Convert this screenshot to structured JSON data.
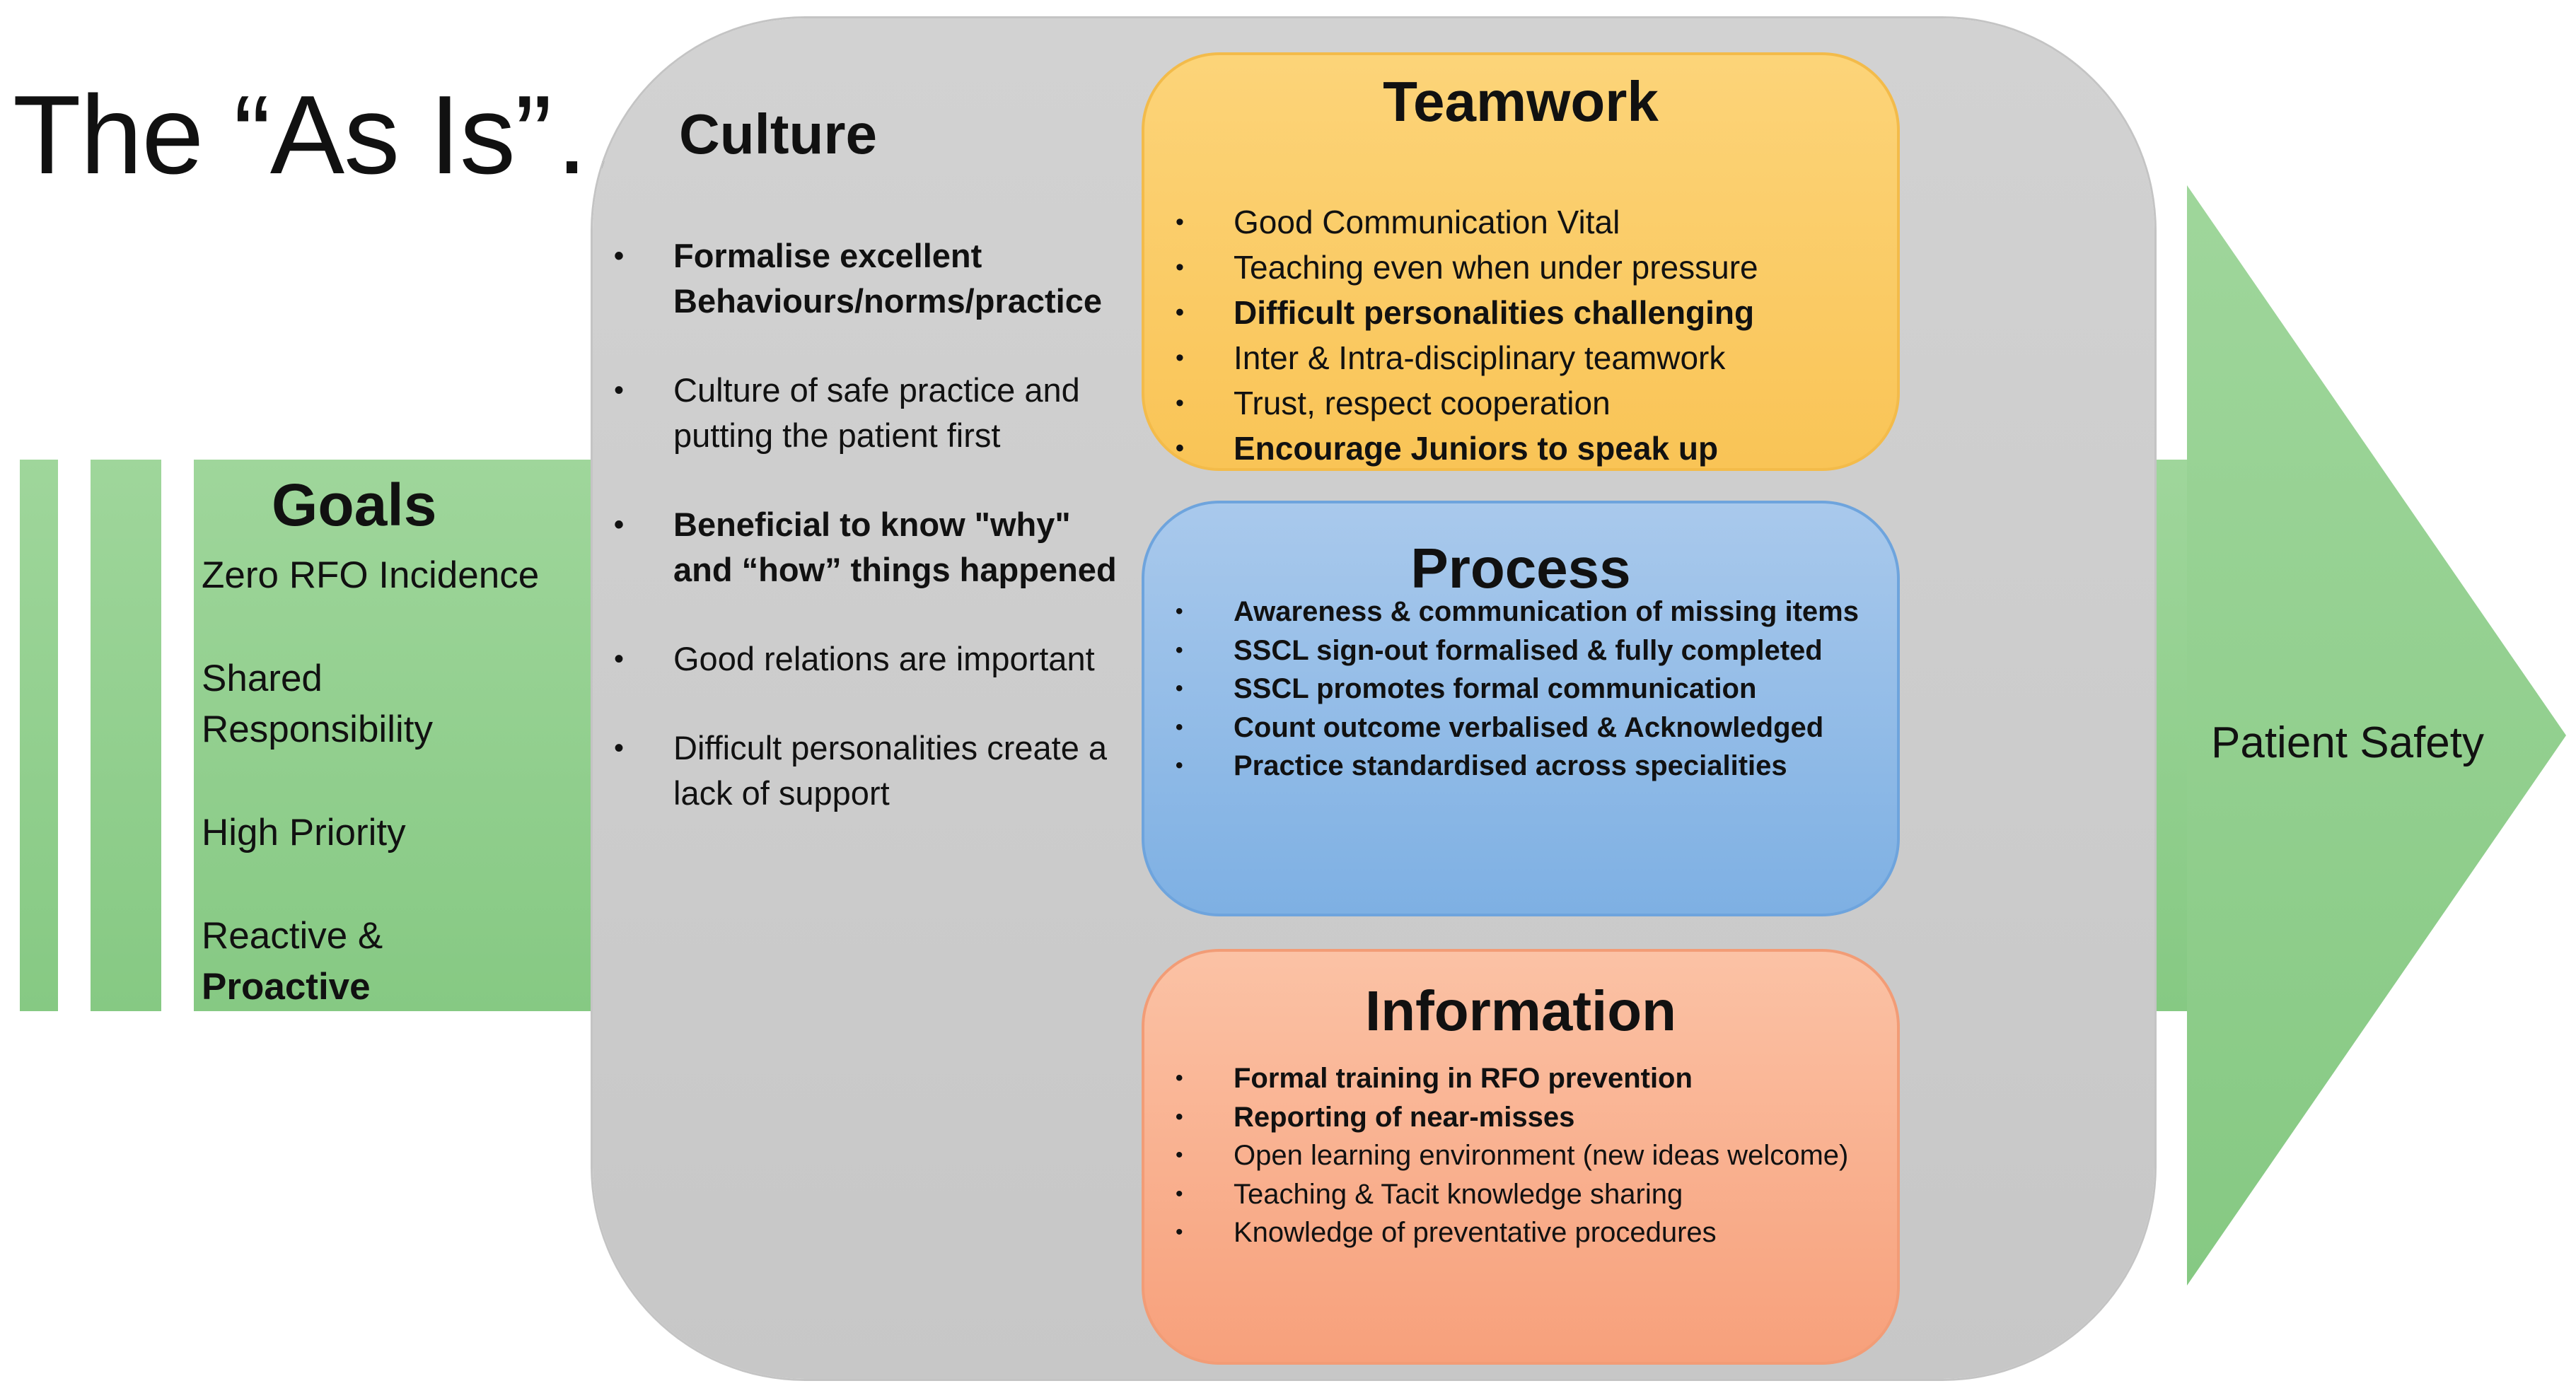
{
  "title": "The “As Is”…",
  "colors": {
    "arrow_green": "#8fcf8c",
    "culture_panel": "#cbcbcb",
    "teamwork_box": "#fbcf6b",
    "process_box": "#94bde8",
    "information_box": "#f9b290"
  },
  "goals": {
    "title": "Goals",
    "item_1": "Zero RFO Incidence",
    "item_2_line_1": "Shared",
    "item_2_line_2": "Responsibility",
    "item_3": "High Priority",
    "item_4_line_1": "Reactive &",
    "item_4_line_2": "Proactive"
  },
  "culture": {
    "title": "Culture",
    "bullet": "•",
    "items": [
      "Formalise excellent Behaviours/norms/practice",
      "Culture of safe practice and putting the patient first",
      "Beneficial to know \"why\" and “how” things happened",
      "Good relations are important",
      "Difficult personalities create a lack of support"
    ]
  },
  "teamwork": {
    "title": "Teamwork",
    "items": [
      "Good Communication Vital",
      "Teaching even when under pressure",
      "Difficult personalities challenging",
      "Inter & Intra-disciplinary teamwork",
      "Trust, respect cooperation",
      "Encourage Juniors to speak up"
    ]
  },
  "process": {
    "title": "Process",
    "items": [
      "Awareness & communication  of missing items",
      "SSCL sign-out formalised & fully completed",
      "SSCL promotes formal communication",
      "Count outcome verbalised & Acknowledged",
      "Practice standardised across specialities"
    ]
  },
  "information": {
    "title": "Information",
    "items": [
      "Formal training in RFO prevention",
      "Reporting of near-misses",
      "Open learning environment (new ideas welcome)",
      "Teaching & Tacit knowledge sharing",
      "Knowledge of preventative procedures"
    ]
  },
  "outcome": {
    "label": "Patient Safety"
  }
}
